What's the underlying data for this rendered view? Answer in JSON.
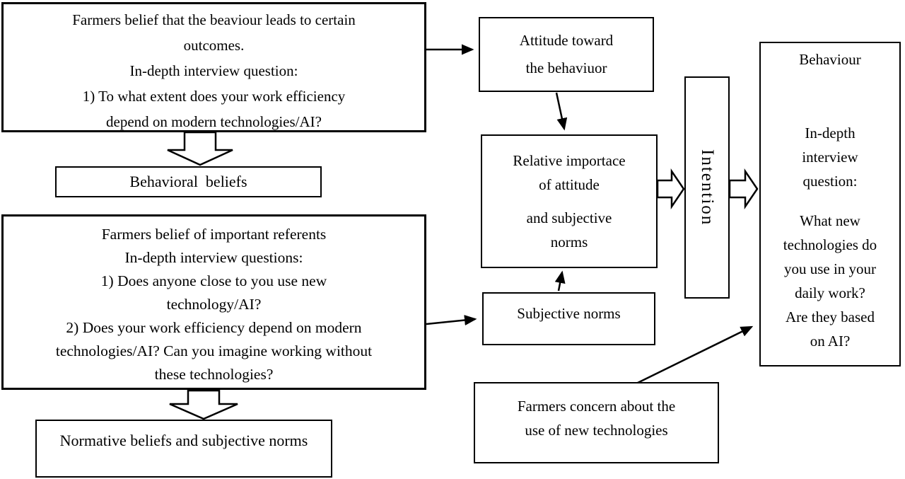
{
  "colors": {
    "border": "#000000",
    "background": "#ffffff",
    "text": "#000000"
  },
  "boxes": {
    "behavioral_source": {
      "lines": [
        "Farmers belief that the beaviour leads to certain",
        "outcomes.",
        "In-depth interview question:",
        "1) To what extent does your work efficiency",
        "depend on modern technologies/AI?"
      ]
    },
    "behavioral_beliefs": {
      "label": "Behavioral  beliefs"
    },
    "normative_source": {
      "lines": [
        "Farmers belief of important referents",
        "In-depth interview questions:",
        "1) Does anyone close to you use new",
        "technology/AI?",
        "2) Does your work efficiency depend on modern",
        "technologies/AI? Can you imagine working without",
        "these technologies?"
      ]
    },
    "normative_beliefs": {
      "label": "Normative beliefs and subjective norms"
    },
    "attitude": {
      "lines": [
        "Attitude toward",
        "the behaviuor"
      ]
    },
    "relative_importance": {
      "para1_lines": [
        "Relative importace",
        "of attitude"
      ],
      "para2_lines": [
        "and subjective",
        "norms"
      ]
    },
    "subjective_norms": {
      "label": "Subjective norms"
    },
    "intention": {
      "label": "Intention"
    },
    "behaviour": {
      "title": "Behaviour",
      "question_label_lines": [
        "In-depth",
        "interview",
        "question:"
      ],
      "question_lines": [
        "What new",
        "technologies do",
        "you use in your",
        "daily work?",
        "Are they based",
        "on AI?"
      ]
    },
    "concern": {
      "lines": [
        "Farmers concern about the",
        "use of new technologies"
      ]
    }
  }
}
